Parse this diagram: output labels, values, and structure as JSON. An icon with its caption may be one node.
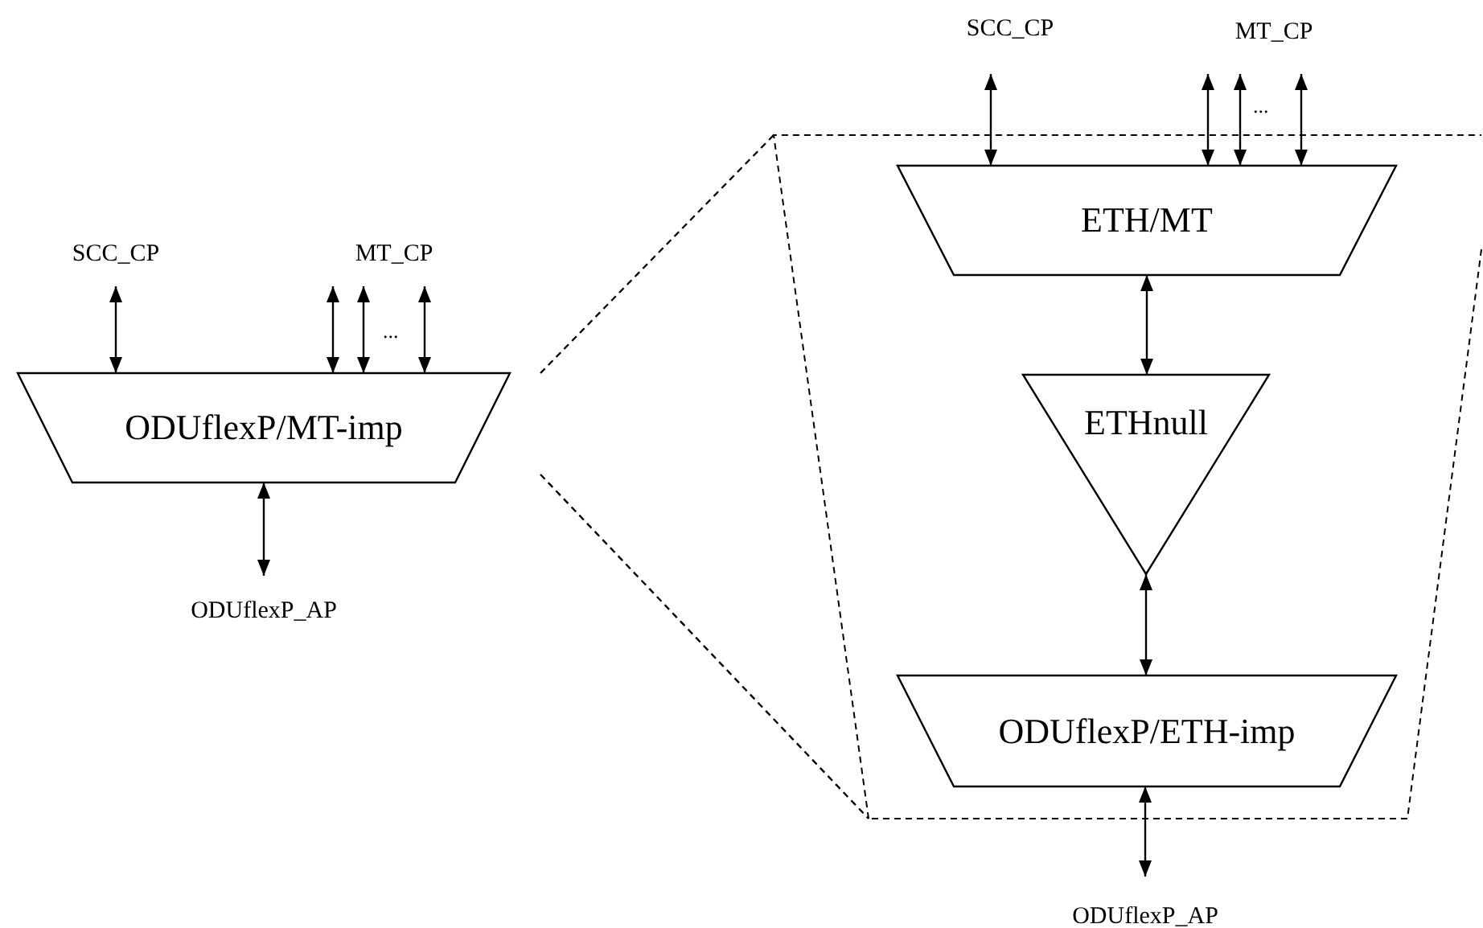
{
  "diagram": {
    "nodes": [
      {
        "text": [
          "SCC_CP"
        ]
      },
      {
        "text": [
          "MT_CP"
        ]
      },
      {
        "text": [
          "ODUflexP/MT-imp"
        ]
      },
      {
        "text": [
          "ODUflexP_AP"
        ]
      },
      {
        "text": [
          "SCC_CP"
        ]
      },
      {
        "text": [
          "MT_CP"
        ]
      },
      {
        "text": [],
        "shape": "box"
      },
      {
        "text": [
          "ETH/MT"
        ],
        "in": 6
      },
      {
        "text": [
          "ETHnull"
        ],
        "in": 6
      },
      {
        "text": [
          "ODUflexP/ETH-imp"
        ],
        "in": 6
      },
      {
        "text": [
          "ODUflexP_AP"
        ]
      }
    ],
    "edges": [
      {
        "from": 0,
        "to": 2,
        "arrow": "both"
      },
      {
        "from": 1,
        "to": 2,
        "arrow": "both"
      },
      {
        "from": 1,
        "to": 2,
        "arrow": "both"
      },
      {
        "from": 1,
        "to": 2,
        "arrow": "both"
      },
      {
        "from": 2,
        "to": 3,
        "arrow": "both"
      },
      {
        "from": 4,
        "to": 7,
        "arrow": "both"
      },
      {
        "from": 5,
        "to": 7,
        "arrow": "both"
      },
      {
        "from": 5,
        "to": 7,
        "arrow": "both"
      },
      {
        "from": 5,
        "to": 7,
        "arrow": "both"
      },
      {
        "from": 7,
        "to": 8,
        "arrow": "both"
      },
      {
        "from": 8,
        "to": 9,
        "arrow": "both"
      },
      {
        "from": 9,
        "to": 10,
        "arrow": "both"
      },
      {
        "from": 2,
        "to": 6,
        "arrow": "none",
        "style": "dashed"
      },
      {
        "from": 2,
        "to": 6,
        "arrow": "none",
        "style": "dashed"
      }
    ],
    "labels": [
      "...",
      "..."
    ]
  }
}
